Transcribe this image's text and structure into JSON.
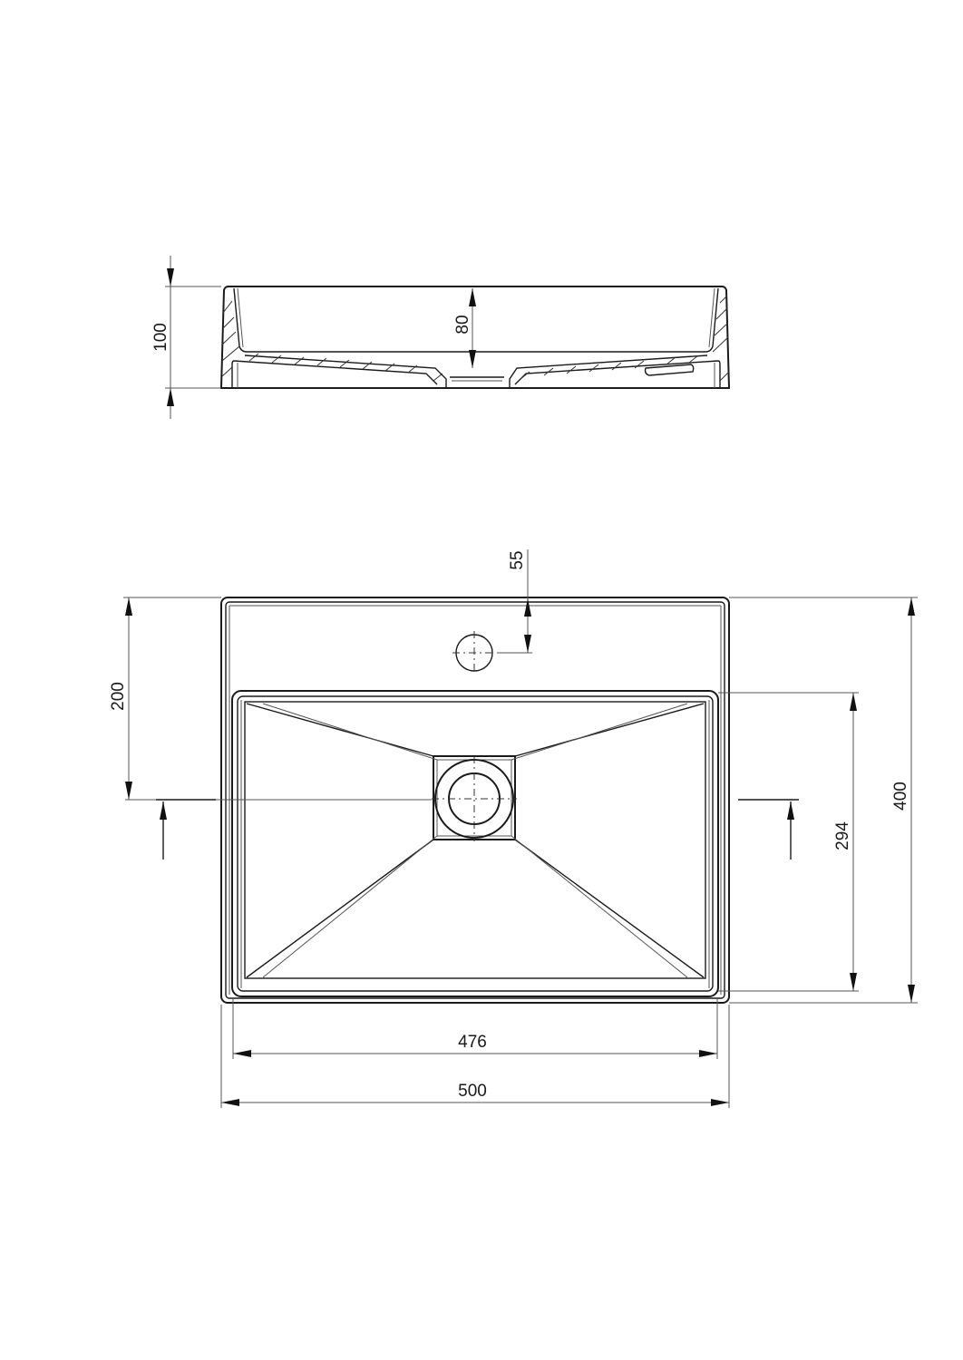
{
  "drawing": {
    "subject": "Rectangular countertop washbasin — technical drawing",
    "views": [
      "side-section",
      "top-view"
    ],
    "line_color": "#1a1a1a",
    "background": "#ffffff"
  },
  "side_view": {
    "dimensions": {
      "total_height": "100",
      "bowl_depth": "80"
    }
  },
  "top_view": {
    "dimensions": {
      "tap_hole_offset": "55",
      "drain_center_offset": "200",
      "bowl_inner_depth": "294",
      "total_depth": "400",
      "bowl_inner_width": "476",
      "total_width": "500"
    },
    "features": [
      "tap-hole",
      "drain",
      "section-line-markers"
    ]
  }
}
